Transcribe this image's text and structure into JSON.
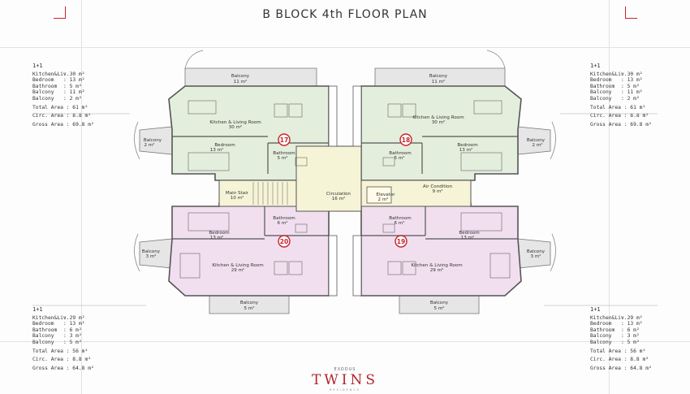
{
  "title": "B BLOCK 4th FLOOR PLAN",
  "units_top": {
    "type": "1+1",
    "rows": [
      {
        "k": "Kitchen&Liv.",
        "v": ": 30 m²"
      },
      {
        "k": "Bedroom",
        "v": ": 13 m²"
      },
      {
        "k": "Bathroom",
        "v": ": 5 m²"
      },
      {
        "k": "Balcony",
        "v": ": 11 m²"
      },
      {
        "k": "Balcony",
        "v": ": 2 m²"
      }
    ],
    "total": "Total Area : 61 m²",
    "circ": "Circ. Area   : 8.8 m²",
    "gross": "Gross Area : 69.8 m²"
  },
  "units_bottom": {
    "type": "1+1",
    "rows": [
      {
        "k": "Kitchen&Liv.",
        "v": ": 29 m²"
      },
      {
        "k": "Bedroom",
        "v": ": 13 m²"
      },
      {
        "k": "Bathroom",
        "v": ": 6 m²"
      },
      {
        "k": "Balcony",
        "v": ": 3 m²"
      },
      {
        "k": "Balcony",
        "v": ": 5 m²"
      }
    ],
    "total": "Total Area : 56 m²",
    "circ": "Circ. Area   : 8.8 m²",
    "gross": "Gross Area : 64.8 m²"
  },
  "rooms": {
    "tl_balcony": {
      "name": "Balcony",
      "area": "11 m²"
    },
    "tr_balcony": {
      "name": "Balcony",
      "area": "11 m²"
    },
    "tl_kitchen": {
      "name": "Kitchen & Living Room",
      "area": "30 m²"
    },
    "tr_kitchen": {
      "name": "Kitchen & Living Room",
      "area": "30 m²"
    },
    "tl_bedroom": {
      "name": "Bedroom",
      "area": "13 m²"
    },
    "tr_bedroom": {
      "name": "Bedroom",
      "area": "13 m²"
    },
    "tl_bath": {
      "name": "Bathroom",
      "area": "5 m²"
    },
    "tr_bath": {
      "name": "Bathroom",
      "area": "5 m²"
    },
    "tl_side_balcony": {
      "name": "Balcony",
      "area": "2 m²"
    },
    "tr_side_balcony": {
      "name": "Balcony",
      "area": "2 m²"
    },
    "main_stair": {
      "name": "Main Stair",
      "area": "10 m²"
    },
    "circulation": {
      "name": "Circulation",
      "area": "16 m²"
    },
    "elevator": {
      "name": "Elevator",
      "area": "2 m²"
    },
    "air_condition": {
      "name": "Air Condition",
      "area": "9 m²"
    },
    "bl_bath": {
      "name": "Bathroom",
      "area": "6 m²"
    },
    "br_bath": {
      "name": "Bathroom",
      "area": "6 m²"
    },
    "bl_bedroom": {
      "name": "Bedroom",
      "area": "13 m²"
    },
    "br_bedroom": {
      "name": "Bedroom",
      "area": "13 m²"
    },
    "bl_side_balcony": {
      "name": "Balcony",
      "area": "3 m²"
    },
    "br_side_balcony": {
      "name": "Balcony",
      "area": "3 m²"
    },
    "bl_kitchen": {
      "name": "Kitchen & Living Room",
      "area": "29 m²"
    },
    "br_kitchen": {
      "name": "Kitchen & Living Room",
      "area": "29 m²"
    },
    "bl_balcony": {
      "name": "Balcony",
      "area": "5 m²"
    },
    "br_balcony": {
      "name": "Balcony",
      "area": "5 m²"
    }
  },
  "unit_numbers": {
    "tl": "17",
    "tr": "18",
    "bl": "20",
    "br": "19"
  },
  "colors": {
    "upper_units": "#e4eedc",
    "lower_units": "#f1dff0",
    "core": "#f6f4d6",
    "accent": "#c8232c"
  },
  "logo": {
    "brand": "EXODUS",
    "name": "TWINS",
    "sub": "RESIDENCE"
  }
}
